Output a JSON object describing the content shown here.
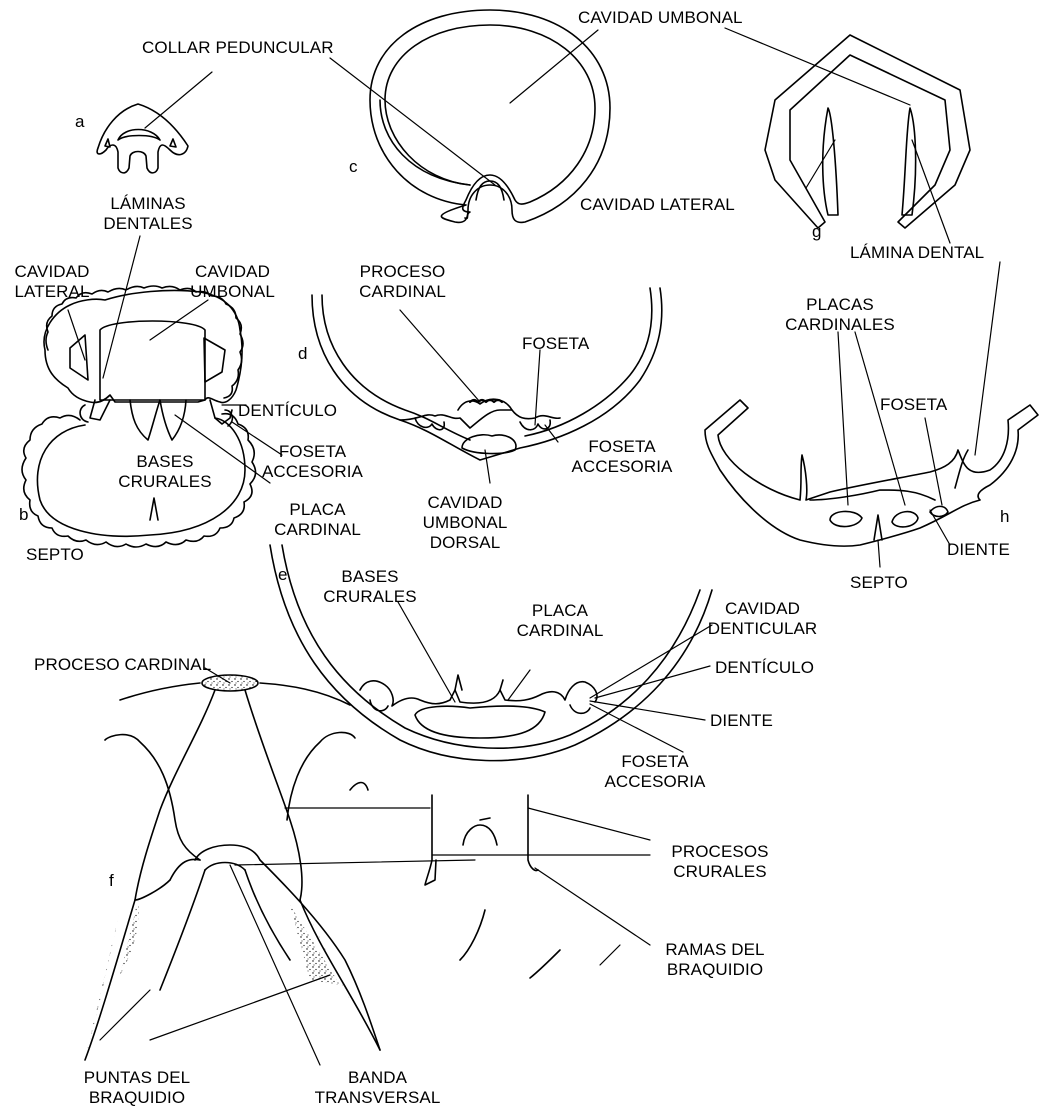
{
  "panels": {
    "a": "a",
    "b": "b",
    "c": "c",
    "d": "d",
    "e": "e",
    "f": "f",
    "g": "g",
    "h": "h"
  },
  "labels": {
    "collar_peduncular": "COLLAR PEDUNCULAR",
    "cavidad_umbonal_top": "CAVIDAD UMBONAL",
    "laminas_dentales": "LÁMINAS\nDENTALES",
    "cavidad_lateral_g": "CAVIDAD LATERAL",
    "lamina_dental": "LÁMINA DENTAL",
    "cavidad_lateral_b": "CAVIDAD\nLATERAL",
    "cavidad_umbonal_b": "CAVIDAD\nUMBONAL",
    "proceso_cardinal_d": "PROCESO\nCARDINAL",
    "foseta_d": "FOSETA",
    "denticulo_b": "DENTÍCULO",
    "foseta_accesoria_b": "FOSETA\nACCESORIA",
    "foseta_accesoria_d": "FOSETA\nACCESORIA",
    "bases_crurales_b": "BASES\nCRURALES",
    "placa_cardinal_b": "PLACA\nCARDINAL",
    "septo_b": "SEPTO",
    "cavidad_umbonal_dorsal": "CAVIDAD\nUMBONAL\nDORSAL",
    "placas_cardinales": "PLACAS\nCARDINALES",
    "foseta_h": "FOSETA",
    "septo_h": "SEPTO",
    "diente_h": "DIENTE",
    "bases_crurales_e": "BASES\nCRURALES",
    "placa_cardinal_e": "PLACA\nCARDINAL",
    "cavidad_denticular": "CAVIDAD\nDENTICULAR",
    "denticulo_e": "DENTÍCULO",
    "diente_e": "DIENTE",
    "foseta_accesoria_e": "FOSETA\nACCESORIA",
    "proceso_cardinal_f": "PROCESO CARDINAL",
    "procesos_crurales": "PROCESOS\nCRURALES",
    "ramas_del_braquidio": "RAMAS DEL\nBRAQUIDIO",
    "puntas_del_braquidio": "PUNTAS DEL\nBRAQUIDIO",
    "banda_transversal": "BANDA\nTRANSVERSAL"
  }
}
